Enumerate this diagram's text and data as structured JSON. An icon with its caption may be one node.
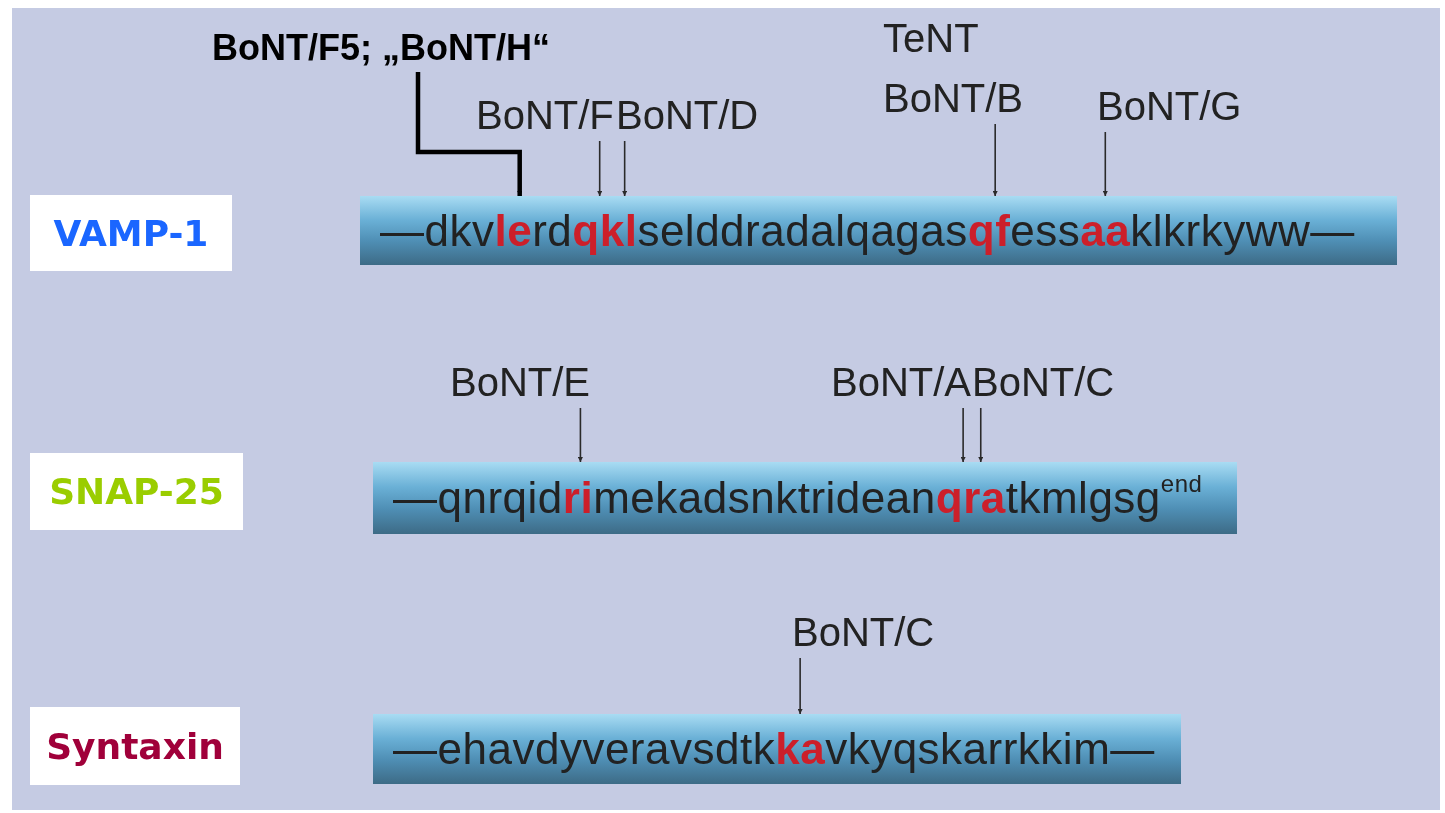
{
  "diagram": {
    "nodes": [
      {
        "text": [
          "VAMP-1"
        ]
      },
      {
        "text": [
          "—dkv**le**rd**qkl**selddradalqagas**qf**ess**aa**klkrkyww—"
        ]
      },
      {
        "text": [
          "SNAP-25"
        ]
      },
      {
        "text": [
          "—qnrqid**ri**mekadsnktridean**qra**tkmlgsg$^{end}$"
        ]
      },
      {
        "text": [
          "Syntaxin"
        ]
      },
      {
        "text": [
          "—ehavdyveravsdtk**ka**vkyqskarrkkim—"
        ]
      },
      {
        "text": [
          "BoNT/F5; „BoNT/H“"
        ]
      },
      {
        "text": [
          "BoNT/F"
        ]
      },
      {
        "text": [
          "BoNT/D"
        ]
      },
      {
        "text": [
          "TeNT",
          "BoNT/B"
        ]
      },
      {
        "text": [
          "BoNT/G"
        ]
      },
      {
        "text": [
          "BoNT/E"
        ]
      },
      {
        "text": [
          "BoNT/A"
        ]
      },
      {
        "text": [
          "BoNT/C"
        ]
      },
      {
        "text": [
          "BoNT/C"
        ]
      }
    ],
    "edges": [
      {
        "from": 6,
        "to": 1,
        "arrow": "to",
        "style": "thick",
        "color": "#000000"
      },
      {
        "from": 7,
        "to": 1,
        "arrow": "to"
      },
      {
        "from": 8,
        "to": 1,
        "arrow": "to"
      },
      {
        "from": 9,
        "to": 1,
        "arrow": "to"
      },
      {
        "from": 10,
        "to": 1,
        "arrow": "to"
      },
      {
        "from": 11,
        "to": 3,
        "arrow": "to"
      },
      {
        "from": 12,
        "to": 3,
        "arrow": "to"
      },
      {
        "from": 13,
        "to": 3,
        "arrow": "to"
      },
      {
        "from": 14,
        "to": 5,
        "arrow": "to"
      }
    ]
  }
}
